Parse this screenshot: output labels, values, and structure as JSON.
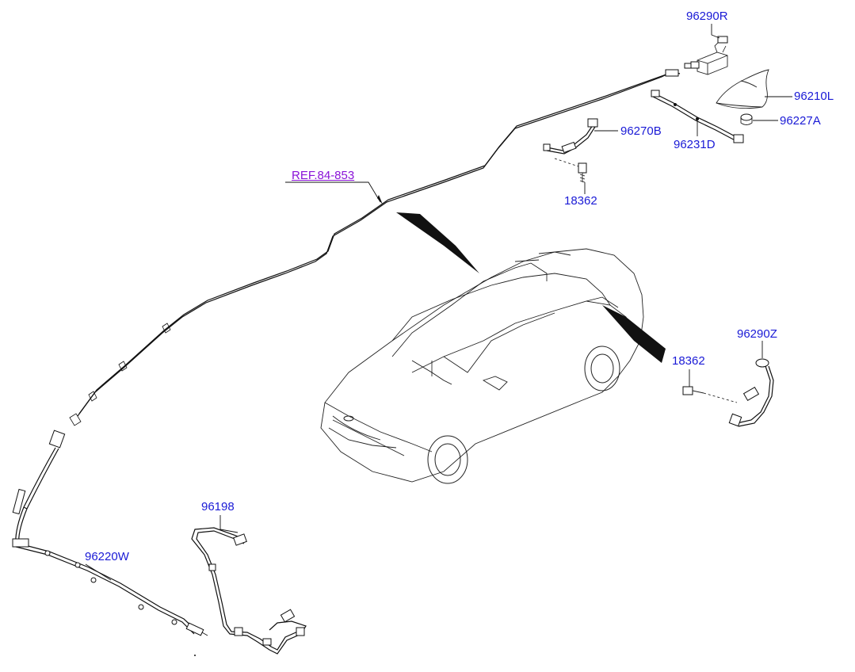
{
  "callouts": {
    "p96290r": "96290R",
    "p96210l": "96210L",
    "p96227a": "96227A",
    "p96270b": "96270B",
    "p96231d": "96231D",
    "p18362_top": "18362",
    "ref": "REF.84-853",
    "p18362_right": "18362",
    "p96290z": "96290Z",
    "p96198": "96198",
    "p96220w": "96220W"
  },
  "colors": {
    "callout_text": "#1a1ad6",
    "ref_text": "#8a12d8",
    "line_art": "#111111"
  }
}
